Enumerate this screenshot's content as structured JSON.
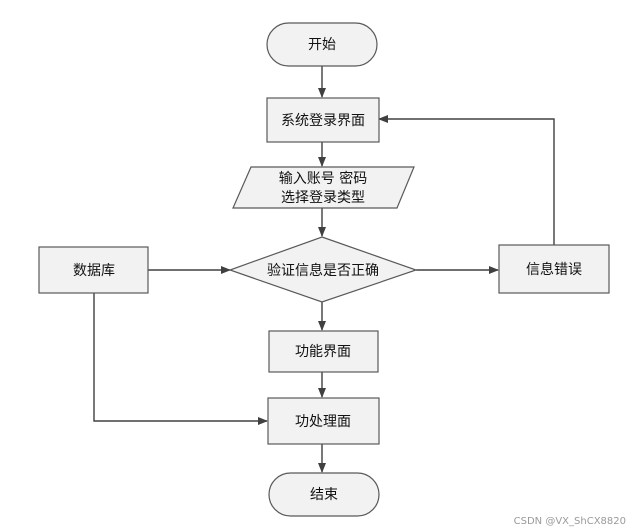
{
  "diagram": {
    "start": "开始",
    "login_screen": "系统登录界面",
    "input_line1": "输入账号 密码",
    "input_line2": "选择登录类型",
    "database": "数据库",
    "verify": "验证信息是否正确",
    "error": "信息错误",
    "function_screen": "功能界面",
    "process_screen": "功处理面",
    "end": "结束"
  },
  "watermark": "CSDN @VX_ShCX8820",
  "colors": {
    "stroke": "#595959",
    "fill": "#f2f2f2",
    "line": "#404040",
    "text": "#111111"
  }
}
